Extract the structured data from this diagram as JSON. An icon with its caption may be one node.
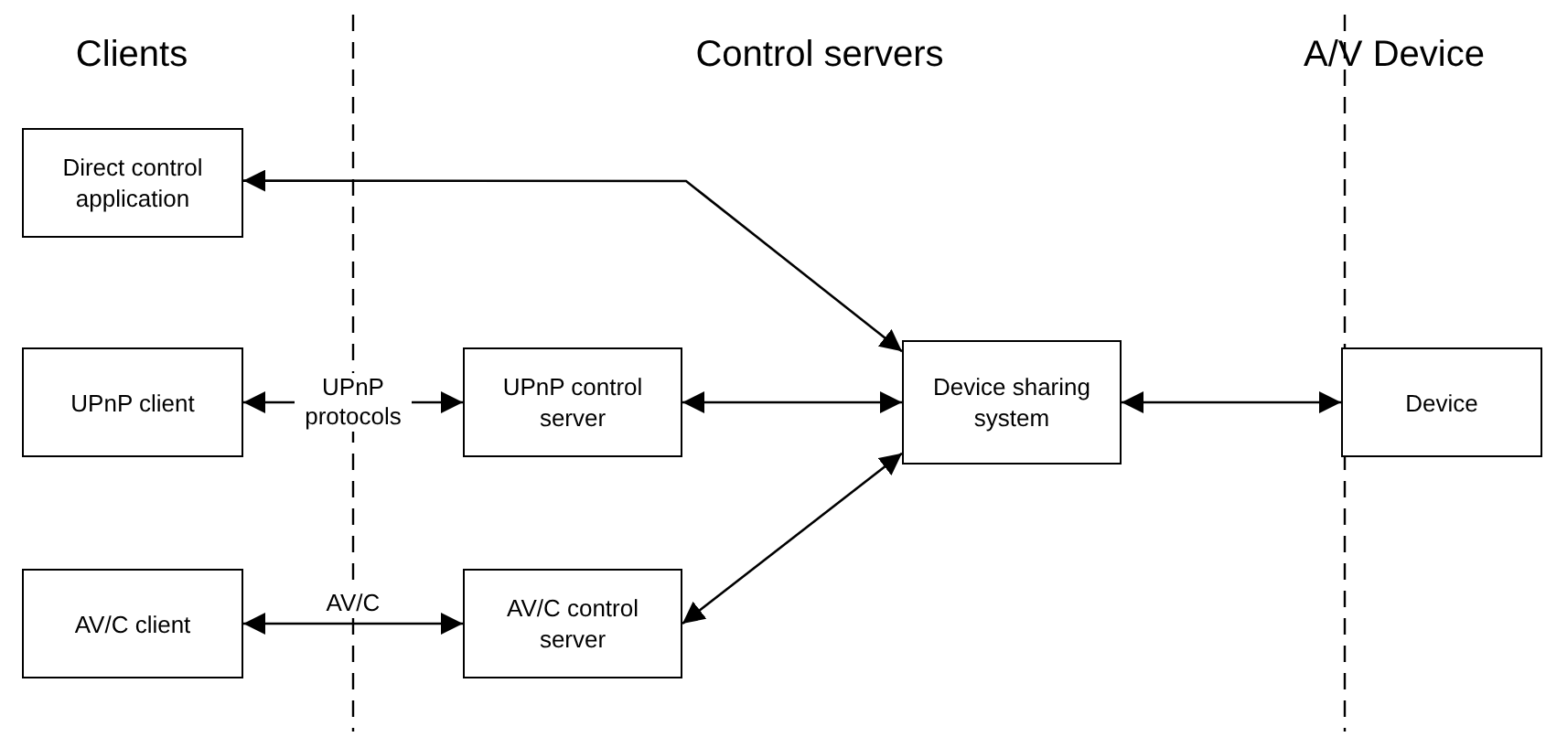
{
  "diagram": {
    "nodes": [
      {
        "text": [
          "Direct control application"
        ]
      },
      {
        "text": [
          "UPnP client"
        ]
      },
      {
        "text": [
          "UPnP control server"
        ]
      },
      {
        "text": [
          "Device sharing system"
        ]
      },
      {
        "text": [
          "Device"
        ]
      },
      {
        "text": [
          "AV/C client"
        ]
      },
      {
        "text": [
          "AV/C control server"
        ]
      }
    ],
    "edges": [
      {
        "from": 3,
        "to": 0,
        "arrow": "both"
      },
      {
        "from": 1,
        "to": 2,
        "arrow": "both",
        "label": "UPnP protocols"
      },
      {
        "from": 2,
        "to": 3,
        "arrow": "both"
      },
      {
        "from": 6,
        "to": 3,
        "arrow": "both"
      },
      {
        "from": 5,
        "to": 6,
        "arrow": "both",
        "label": "AV/C"
      },
      {
        "from": 3,
        "to": 4,
        "arrow": "both"
      }
    ],
    "labels": [
      "Clients",
      "Control servers",
      "A/V Device"
    ]
  }
}
